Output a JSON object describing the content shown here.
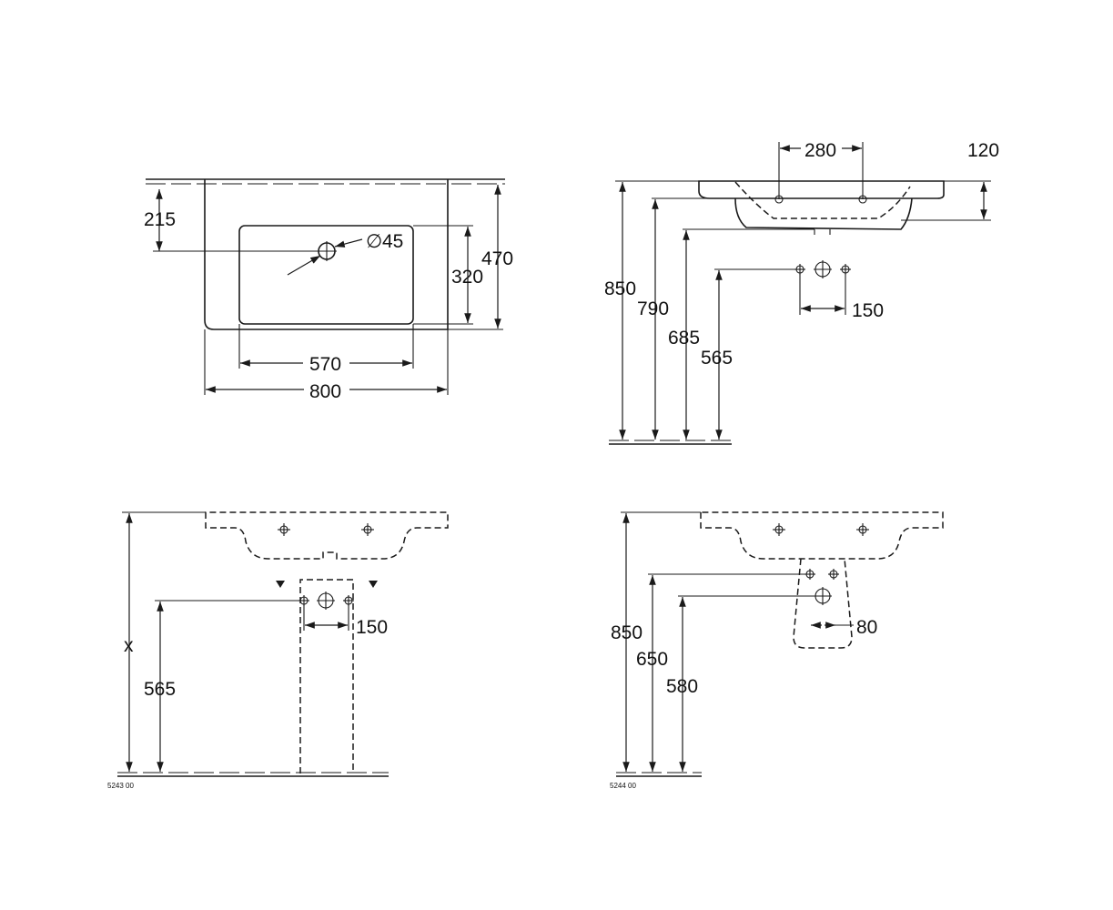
{
  "top_view": {
    "dim_width_outer": "800",
    "dim_width_bowl": "570",
    "dim_depth_total": "470",
    "dim_depth_bowl": "320",
    "dim_tap_offset": "215",
    "dim_tap_hole": "45"
  },
  "side_view": {
    "dim_tap_spacing": "280",
    "dim_rim_thickness": "120",
    "dim_floor_850": "850",
    "dim_floor_790": "790",
    "dim_floor_685": "685",
    "dim_floor_565": "565",
    "dim_supply_spacing": "150"
  },
  "front_view_left": {
    "dim_x": "x",
    "dim_565": "565",
    "dim_150": "150",
    "part_number": "5243 00"
  },
  "front_view_right": {
    "dim_850": "850",
    "dim_650": "650",
    "dim_580": "580",
    "dim_80": "80",
    "part_number": "5244 00"
  }
}
